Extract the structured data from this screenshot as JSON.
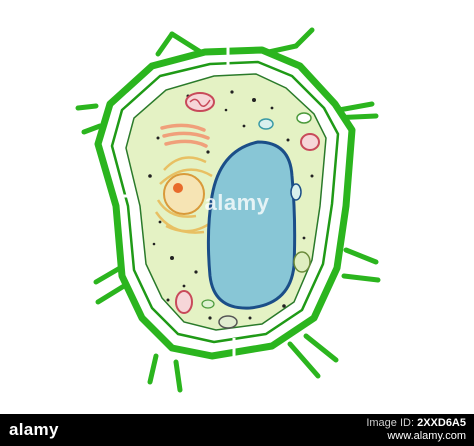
{
  "watermark": {
    "text": "alamy"
  },
  "footer": {
    "logo": "alamy",
    "image_id_label": "Image ID:",
    "image_id": "2XXD6A5",
    "site": "www.alamy.com"
  },
  "colors": {
    "cell_wall": "#2bb51e",
    "cell_wall_dark": "#1f9a16",
    "cytoplasm": "#e4f2c4",
    "vacuole_fill": "#88c6d6",
    "vacuole_stroke": "#1b4e88",
    "golgi": "#f0a07a",
    "er": "#e8c063",
    "nucleolus": "#e86a2b",
    "mitochondria": "#c84a5a"
  },
  "icons": [
    "cell-wall-icon",
    "nucleus-icon",
    "vacuole-icon",
    "mitochondria-icon",
    "chloroplast-icon",
    "golgi-icon"
  ]
}
